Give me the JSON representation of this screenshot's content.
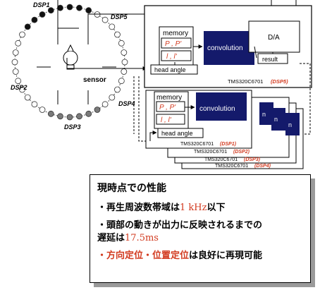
{
  "array": {
    "dsp_labels": {
      "dsp1": "DSP1",
      "dsp2": "DSP2",
      "dsp3": "DSP3",
      "dsp4": "DSP4",
      "dsp5": "DSP5"
    },
    "sensor": "sensor"
  },
  "board_main": {
    "memory": "memory",
    "reg1": "P , P'",
    "reg2": "l , l'",
    "convolution": "convolution",
    "da": "D/A",
    "result": "result",
    "head_angle": "head angle",
    "chip": "TMS320C6701",
    "dsp_tag": "(DSP5)"
  },
  "boards_stack": {
    "memory": "memory",
    "reg1": "P , P'",
    "reg2": "l , l'",
    "convolution": "convolution",
    "head_angle": "head angle",
    "chip_rows": [
      {
        "chip": "TMS320C6701",
        "tag": "(DSP1)"
      },
      {
        "chip": "TMS320C6701",
        "tag": "(DSP2)"
      },
      {
        "chip": "TMS320C6701",
        "tag": "(DSP3)"
      },
      {
        "chip": "TMS320C6701",
        "tag": "(DSP4)"
      }
    ]
  },
  "performance": {
    "title": "現時点での性能",
    "line1_prefix": "・再生周波数帯域は",
    "line1_value": "1 kHz",
    "line1_suffix": "以下",
    "line2_a": "・頭部の動きが出力に反映されるまでの",
    "line2_b_prefix": "遅延は",
    "line2_b_value": "17.5ms",
    "line3_prefix": "・",
    "line3_red": "方向定位・位置定位",
    "line3_suffix": "は良好に再現可能"
  },
  "colors": {
    "chip_fill": "#141a6b",
    "accent_red": "#d23a1f",
    "dot_dark": "#111111",
    "dot_gray": "#7a7a7a"
  }
}
